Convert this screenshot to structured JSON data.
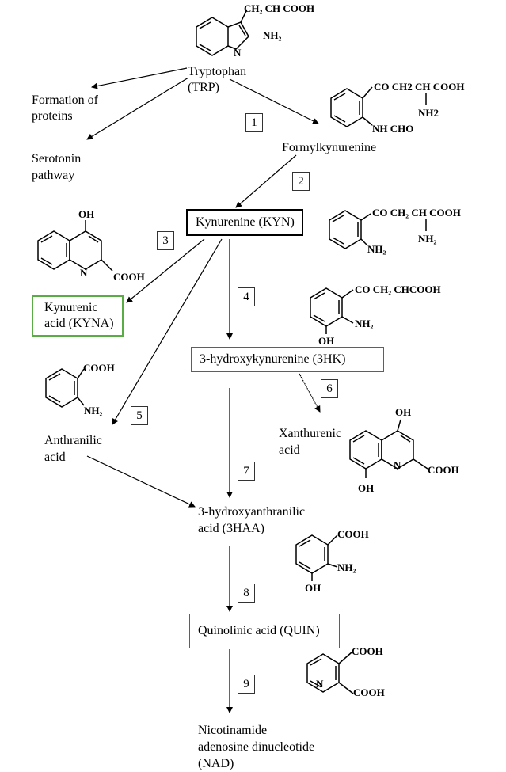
{
  "compounds": {
    "trp_name": "Tryptophan",
    "trp_abbr": "(TRP)",
    "proteins_1": "Formation of",
    "proteins_2": "proteins",
    "serotonin_1": "Serotonin",
    "serotonin_2": "pathway",
    "formylkyn": "Formylkynurenine",
    "kyn": "Kynurenine (KYN)",
    "kyna_1": "Kynurenic",
    "kyna_2": "acid (KYNA)",
    "hk3": "3-hydroxykynurenine (3HK)",
    "anthr_1": "Anthranilic",
    "anthr_2": "acid",
    "xanth_1": "Xanthurenic",
    "xanth_2": "acid",
    "haa_1": "3-hydroxyanthranilic",
    "haa_2": "acid (3HAA)",
    "quin": "Quinolinic acid (QUIN)",
    "nad_1": "Nicotinamide",
    "nad_2": "adenosine dinucleotide",
    "nad_3": "(NAD)"
  },
  "steps": [
    "1",
    "2",
    "3",
    "4",
    "5",
    "6",
    "7",
    "8",
    "9"
  ],
  "groups": {
    "trp_side": "CH₂ CH COOH",
    "trp_nh2": "NH₂",
    "trp_n": "N",
    "fk_side": "CO CH2 CH COOH",
    "fk_nh2": "NH2",
    "fk_nhcho": "NH CHO",
    "kyn_side": "CO CH₂ CH COOH",
    "kyn_nh2_ring": "NH₂",
    "kyn_nh2_chain": "NH₂",
    "kyna_oh": "OH",
    "kyna_n": "N",
    "kyna_cooh": "COOH",
    "hk_side": "CO CH₂ CHCOOH",
    "hk_nh2": "NH₂",
    "hk_oh": "OH",
    "an_cooh": "COOH",
    "an_nh2": "NH₂",
    "xa_oh_top": "OH",
    "xa_n": "N",
    "xa_cooh": "COOH",
    "xa_oh_bottom": "OH",
    "haa_cooh": "COOH",
    "haa_nh2": "NH₂",
    "haa_oh": "OH",
    "qa_cooh_top": "COOH",
    "qa_n": "N",
    "qa_cooh_bottom": "COOH"
  },
  "colors": {
    "kyna_border": "#5aac44",
    "hk_border": "#c83232",
    "quin_border": "#c83232",
    "kyn_border": "#000000"
  }
}
